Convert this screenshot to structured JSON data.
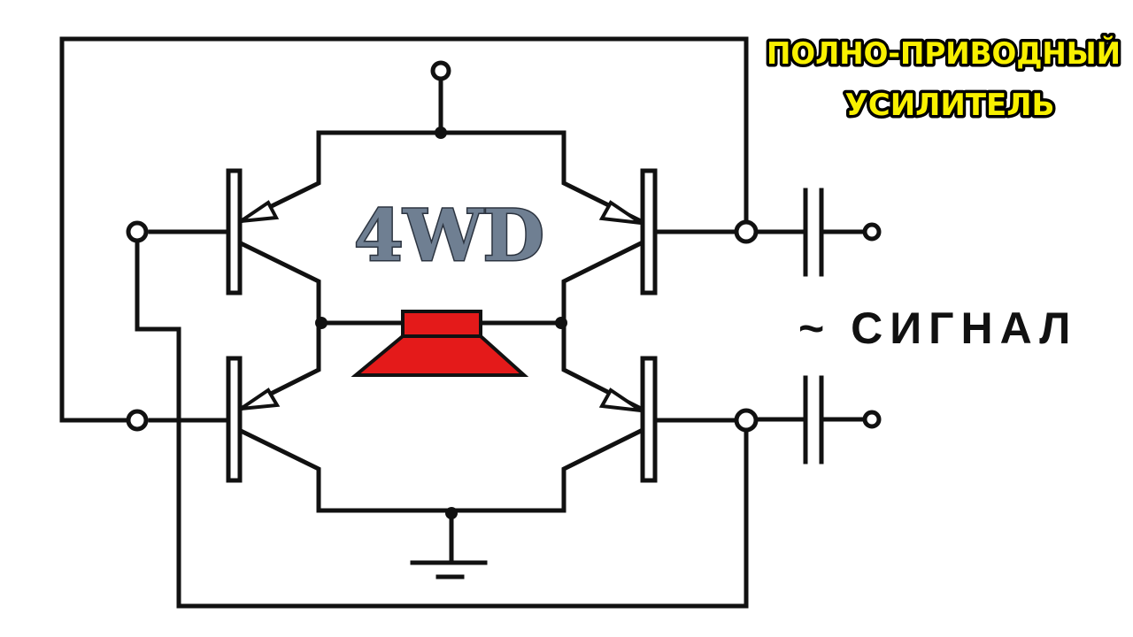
{
  "title": {
    "line1": "ПОЛНО-ПРИВОДНЫЙ",
    "line2": "УСИЛИТЕЛЬ"
  },
  "badge": {
    "text": "4WD"
  },
  "signal": {
    "label": "~ СИГНАЛ"
  },
  "colors": {
    "title_fill": "#f8f000",
    "badge_fill": "#6f7f92",
    "speaker": "#e41a1a",
    "wire": "#111111"
  },
  "icons": [
    "speaker-icon",
    "ground-icon",
    "capacitor-icon",
    "transistor-icon"
  ]
}
